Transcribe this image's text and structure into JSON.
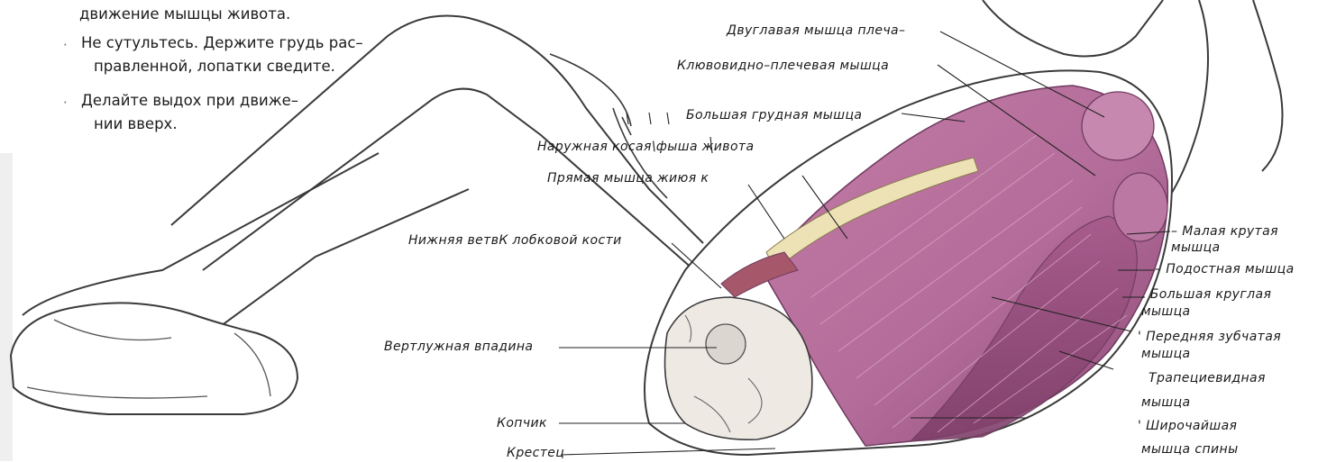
{
  "tips": [
    {
      "lines": [
        "движение мышцы живота."
      ],
      "bullet": false
    },
    {
      "lines": [
        "Не сутультесь. Держите грудь рас–",
        "правленной, лопатки сведите."
      ],
      "bullet": true
    },
    {
      "lines": [
        "Делайте выдох при движе–",
        "нии вверх."
      ],
      "bullet": true
    }
  ],
  "bullet_glyph": "·",
  "labels": {
    "biceps": "Двуглавая мышца плеча–",
    "coracobrachialis": "Клювовидно–плечевая  мышца",
    "pectoralis_major": "Большая грудная мышца",
    "external_oblique": "Наружная косая\\фыша живота",
    "rectus_abdominis": "Прямая мышца жиюя к",
    "pubic_ramus": "Нижняя ветвК лобковой кости",
    "acetabulum": "Вертлужная впадина",
    "coccyx": "Копчик",
    "sacrum": "Крестец",
    "teres_minor_1": "– Малая крутая",
    "teres_minor_2": "мышца",
    "infraspinatus": "– Подостная мышца",
    "teres_major_1": ". Большая круглая",
    "teres_major_2": "мышца",
    "serratus_1": "'  Передняя зубчатая",
    "serratus_2": "мышца",
    "trapezius_1": "Трапециевидная",
    "trapezius_2": "мышца",
    "latissimus_1": "'  Широчайшая",
    "latissimus_2": "мышца спины"
  },
  "colors": {
    "muscle": "#b46d9a",
    "muscle_dark": "#7e3f69",
    "muscle_light": "#d9a5c4",
    "bone": "#efe9e4",
    "tendon": "#ece2b6",
    "outline": "#3a3a3a"
  }
}
